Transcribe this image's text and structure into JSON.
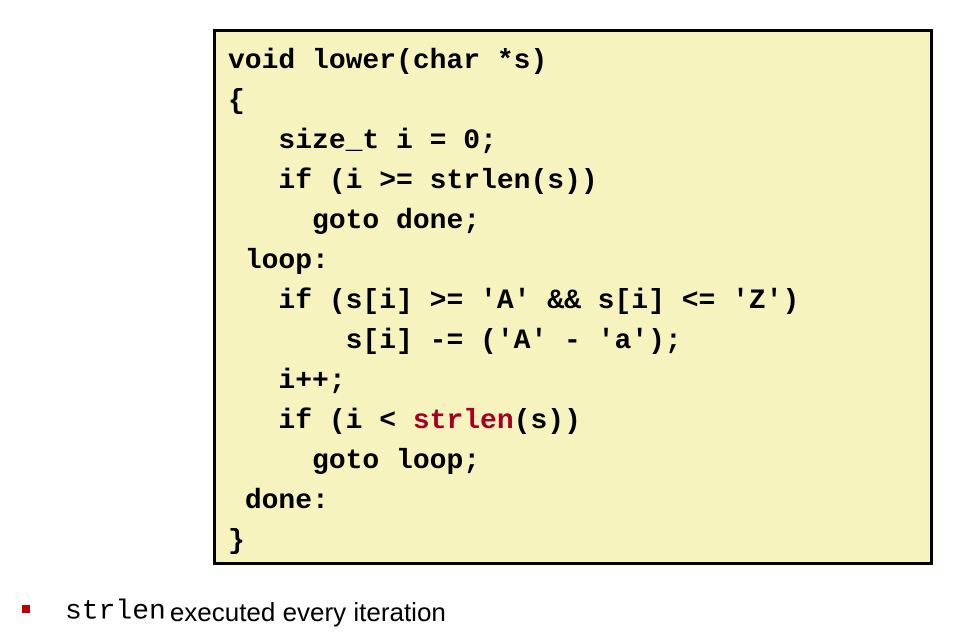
{
  "code": {
    "lines": [
      {
        "indent": "",
        "pre": "void lower(char *s)",
        "hl": "",
        "post": ""
      },
      {
        "indent": "",
        "pre": "{",
        "hl": "",
        "post": ""
      },
      {
        "indent": "   ",
        "pre": "size_t i = 0;",
        "hl": "",
        "post": ""
      },
      {
        "indent": "   ",
        "pre": "if (i >= strlen(s))",
        "hl": "",
        "post": ""
      },
      {
        "indent": "     ",
        "pre": "goto done;",
        "hl": "",
        "post": ""
      },
      {
        "indent": " ",
        "pre": "loop:",
        "hl": "",
        "post": ""
      },
      {
        "indent": "   ",
        "pre": "if (s[i] >= 'A' && s[i] <= 'Z')",
        "hl": "",
        "post": ""
      },
      {
        "indent": "       ",
        "pre": "s[i] -= ('A' - 'a');",
        "hl": "",
        "post": ""
      },
      {
        "indent": "   ",
        "pre": "i++;",
        "hl": "",
        "post": ""
      },
      {
        "indent": "   ",
        "pre": "if (i < ",
        "hl": "strlen",
        "post": "(s))"
      },
      {
        "indent": "     ",
        "pre": "goto loop;",
        "hl": "",
        "post": ""
      },
      {
        "indent": " ",
        "pre": "done:",
        "hl": "",
        "post": ""
      },
      {
        "indent": "",
        "pre": "}",
        "hl": "",
        "post": ""
      }
    ],
    "highlight_color": "#a50021",
    "box_background": "#f6f3bf"
  },
  "bullet": {
    "code": "strlen",
    "text": "executed every iteration",
    "marker_color": "#c00000"
  }
}
